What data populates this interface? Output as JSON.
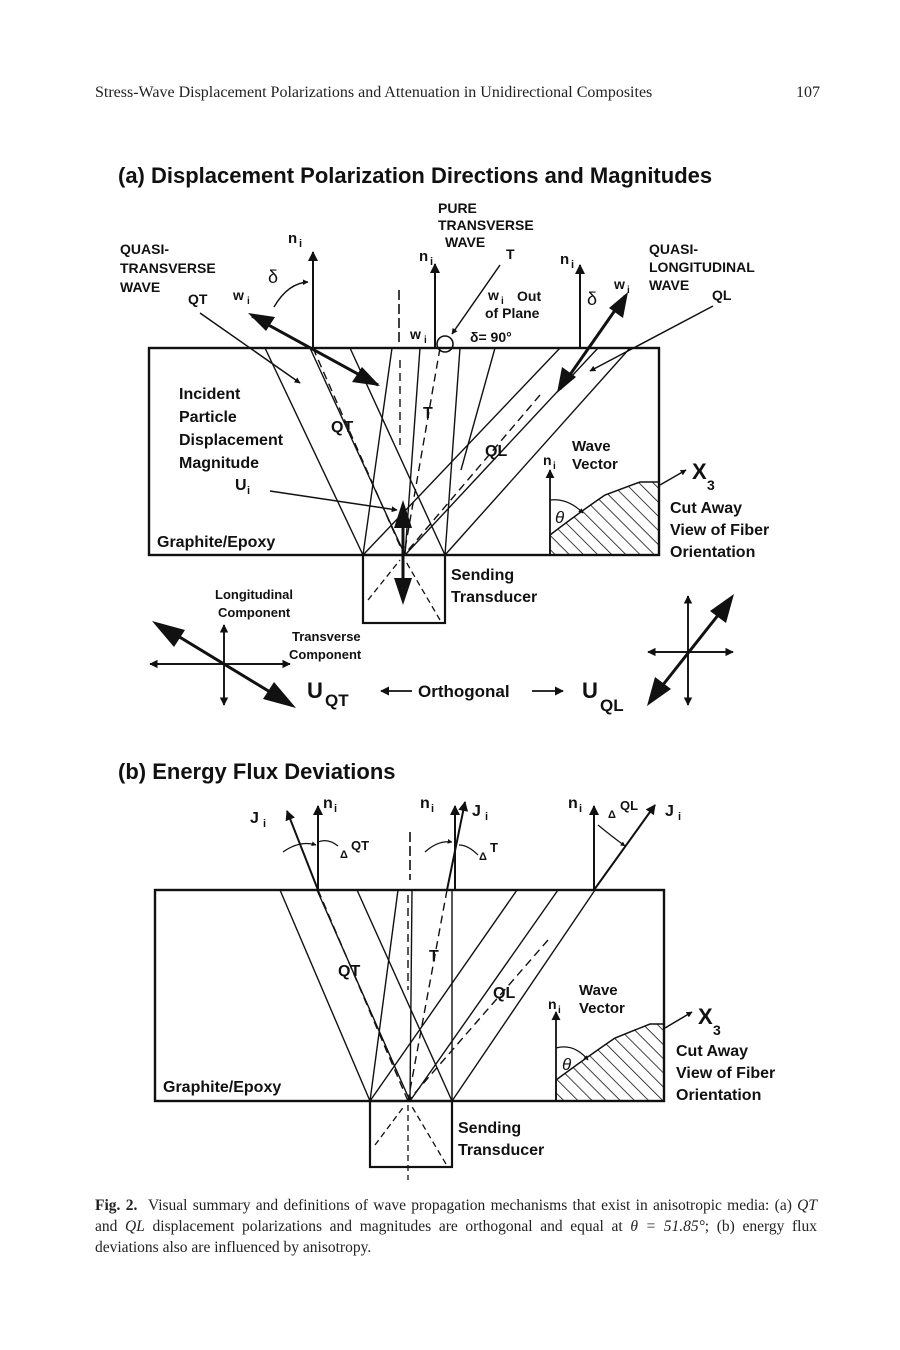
{
  "header": {
    "running_title": "Stress-Wave Displacement Polarizations and Attenuation in Unidirectional Composites",
    "page_number": "107"
  },
  "panel_a": {
    "title": "(a) Displacement Polarization Directions and Magnitudes",
    "qt_wave": [
      "QUASI-",
      "TRANSVERSE",
      "WAVE"
    ],
    "qt_tag": "QT",
    "pure_t_wave": [
      "PURE",
      "TRANSVERSE",
      "WAVE"
    ],
    "t_tag": "T",
    "ql_wave": [
      "QUASI-",
      "LONGITUDINAL",
      "WAVE"
    ],
    "ql_tag": "QL",
    "n_i": "n",
    "sub_i": "i",
    "w_i": "w",
    "delta": "δ",
    "out_of_plane": [
      "Out",
      "of Plane"
    ],
    "delta_90": "δ= 90°",
    "incident": [
      "Incident",
      "Particle",
      "Displacement",
      "Magnitude"
    ],
    "u_i": "U",
    "beam_qt": "QT",
    "beam_t": "T",
    "beam_ql": "QL",
    "wave_vector": [
      "Wave",
      "Vector"
    ],
    "theta": "θ",
    "x3": "X",
    "x3_sub": "3",
    "cut_away": [
      "Cut Away",
      "View of Fiber",
      "Orientation"
    ],
    "material": "Graphite/Epoxy",
    "sending": [
      "Sending",
      "Transducer"
    ],
    "longitudinal": [
      "Longitudinal",
      "Component"
    ],
    "transverse": [
      "Transverse",
      "Component"
    ],
    "u_qt": "U",
    "u_qt_sub": "QT",
    "orthogonal": "Orthogonal",
    "u_ql": "U",
    "u_ql_sub": "QL"
  },
  "panel_b": {
    "title": "(b) Energy Flux Deviations",
    "j_i": "J",
    "n_i": "n",
    "sub_i": "i",
    "delta_qt": "QT",
    "delta_t": "T",
    "delta_ql": "QL",
    "delta_sym": "Δ",
    "beam_qt": "QT",
    "beam_t": "T",
    "beam_ql": "QL",
    "wave_vector": [
      "Wave",
      "Vector"
    ],
    "theta": "θ",
    "x3": "X",
    "x3_sub": "3",
    "cut_away": [
      "Cut Away",
      "View of Fiber",
      "Orientation"
    ],
    "material": "Graphite/Epoxy",
    "sending": [
      "Sending",
      "Transducer"
    ]
  },
  "caption": {
    "label": "Fig. 2.",
    "text_1": "Visual summary and definitions of wave propagation mechanisms that exist in anisotropic media: (a) ",
    "qt": "QT",
    "and": " and ",
    "ql": "QL",
    "text_2": " displacement polarizations and magnitudes are orthogonal and equal at ",
    "theta_eq": "θ = 51.85°",
    "text_3": "; (b) energy flux deviations also are influenced by anisotropy."
  }
}
